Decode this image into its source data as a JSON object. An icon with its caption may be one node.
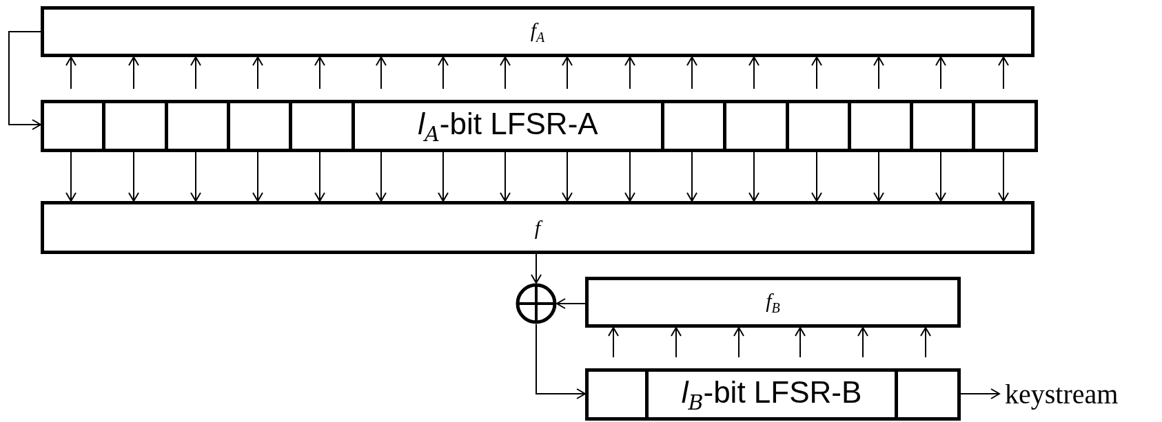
{
  "diagram": {
    "nodes": [
      {
        "text": [
          "f$_{A}$"
        ]
      },
      {
        "text": [],
        "shape": "box"
      },
      {
        "text": [],
        "shape": "box"
      },
      {
        "text": [],
        "shape": "box"
      },
      {
        "text": [],
        "shape": "box"
      },
      {
        "text": [],
        "shape": "box"
      },
      {
        "text": [
          "*l*$_{A}$-bit LFSR-A"
        ]
      },
      {
        "text": [],
        "shape": "box"
      },
      {
        "text": [],
        "shape": "box"
      },
      {
        "text": [],
        "shape": "box"
      },
      {
        "text": [],
        "shape": "box"
      },
      {
        "text": [],
        "shape": "box"
      },
      {
        "text": [],
        "shape": "box"
      },
      {
        "text": [
          "f"
        ]
      },
      {
        "text": [],
        "shape": "circle"
      },
      {
        "text": [
          "f$_{B}$"
        ]
      },
      {
        "text": [],
        "shape": "box"
      },
      {
        "text": [
          "*l*$_{B}$-bit LFSR-B"
        ]
      },
      {
        "text": [],
        "shape": "box"
      },
      {
        "text": [
          "keystream"
        ]
      }
    ],
    "edges": [
      {
        "from": 0,
        "to": 1,
        "arrow": "to"
      },
      {
        "from": 1,
        "to": 0,
        "arrow": "to"
      },
      {
        "from": 2,
        "to": 0,
        "arrow": "to"
      },
      {
        "from": 3,
        "to": 0,
        "arrow": "to"
      },
      {
        "from": 4,
        "to": 0,
        "arrow": "to"
      },
      {
        "from": 5,
        "to": 0,
        "arrow": "to"
      },
      {
        "from": 6,
        "to": 0,
        "arrow": "to"
      },
      {
        "from": 6,
        "to": 0,
        "arrow": "to"
      },
      {
        "from": 6,
        "to": 0,
        "arrow": "to"
      },
      {
        "from": 6,
        "to": 0,
        "arrow": "to"
      },
      {
        "from": 6,
        "to": 0,
        "arrow": "to"
      },
      {
        "from": 7,
        "to": 0,
        "arrow": "to"
      },
      {
        "from": 8,
        "to": 0,
        "arrow": "to"
      },
      {
        "from": 9,
        "to": 0,
        "arrow": "to"
      },
      {
        "from": 10,
        "to": 0,
        "arrow": "to"
      },
      {
        "from": 11,
        "to": 0,
        "arrow": "to"
      },
      {
        "from": 12,
        "to": 0,
        "arrow": "to"
      },
      {
        "from": 1,
        "to": 13,
        "arrow": "to"
      },
      {
        "from": 2,
        "to": 13,
        "arrow": "to"
      },
      {
        "from": 3,
        "to": 13,
        "arrow": "to"
      },
      {
        "from": 4,
        "to": 13,
        "arrow": "to"
      },
      {
        "from": 5,
        "to": 13,
        "arrow": "to"
      },
      {
        "from": 6,
        "to": 13,
        "arrow": "to"
      },
      {
        "from": 6,
        "to": 13,
        "arrow": "to"
      },
      {
        "from": 6,
        "to": 13,
        "arrow": "to"
      },
      {
        "from": 6,
        "to": 13,
        "arrow": "to"
      },
      {
        "from": 6,
        "to": 13,
        "arrow": "to"
      },
      {
        "from": 7,
        "to": 13,
        "arrow": "to"
      },
      {
        "from": 8,
        "to": 13,
        "arrow": "to"
      },
      {
        "from": 9,
        "to": 13,
        "arrow": "to"
      },
      {
        "from": 10,
        "to": 13,
        "arrow": "to"
      },
      {
        "from": 11,
        "to": 13,
        "arrow": "to"
      },
      {
        "from": 12,
        "to": 13,
        "arrow": "to"
      },
      {
        "from": 13,
        "to": 14,
        "arrow": "to"
      },
      {
        "from": 15,
        "to": 14,
        "arrow": "to"
      },
      {
        "from": 14,
        "to": 16,
        "arrow": "to"
      },
      {
        "from": 16,
        "to": 15,
        "arrow": "to"
      },
      {
        "from": 17,
        "to": 15,
        "arrow": "to"
      },
      {
        "from": 17,
        "to": 15,
        "arrow": "to"
      },
      {
        "from": 17,
        "to": 15,
        "arrow": "to"
      },
      {
        "from": 17,
        "to": 15,
        "arrow": "to"
      },
      {
        "from": 18,
        "to": 15,
        "arrow": "to"
      },
      {
        "from": 18,
        "to": 19,
        "arrow": "to"
      }
    ]
  }
}
